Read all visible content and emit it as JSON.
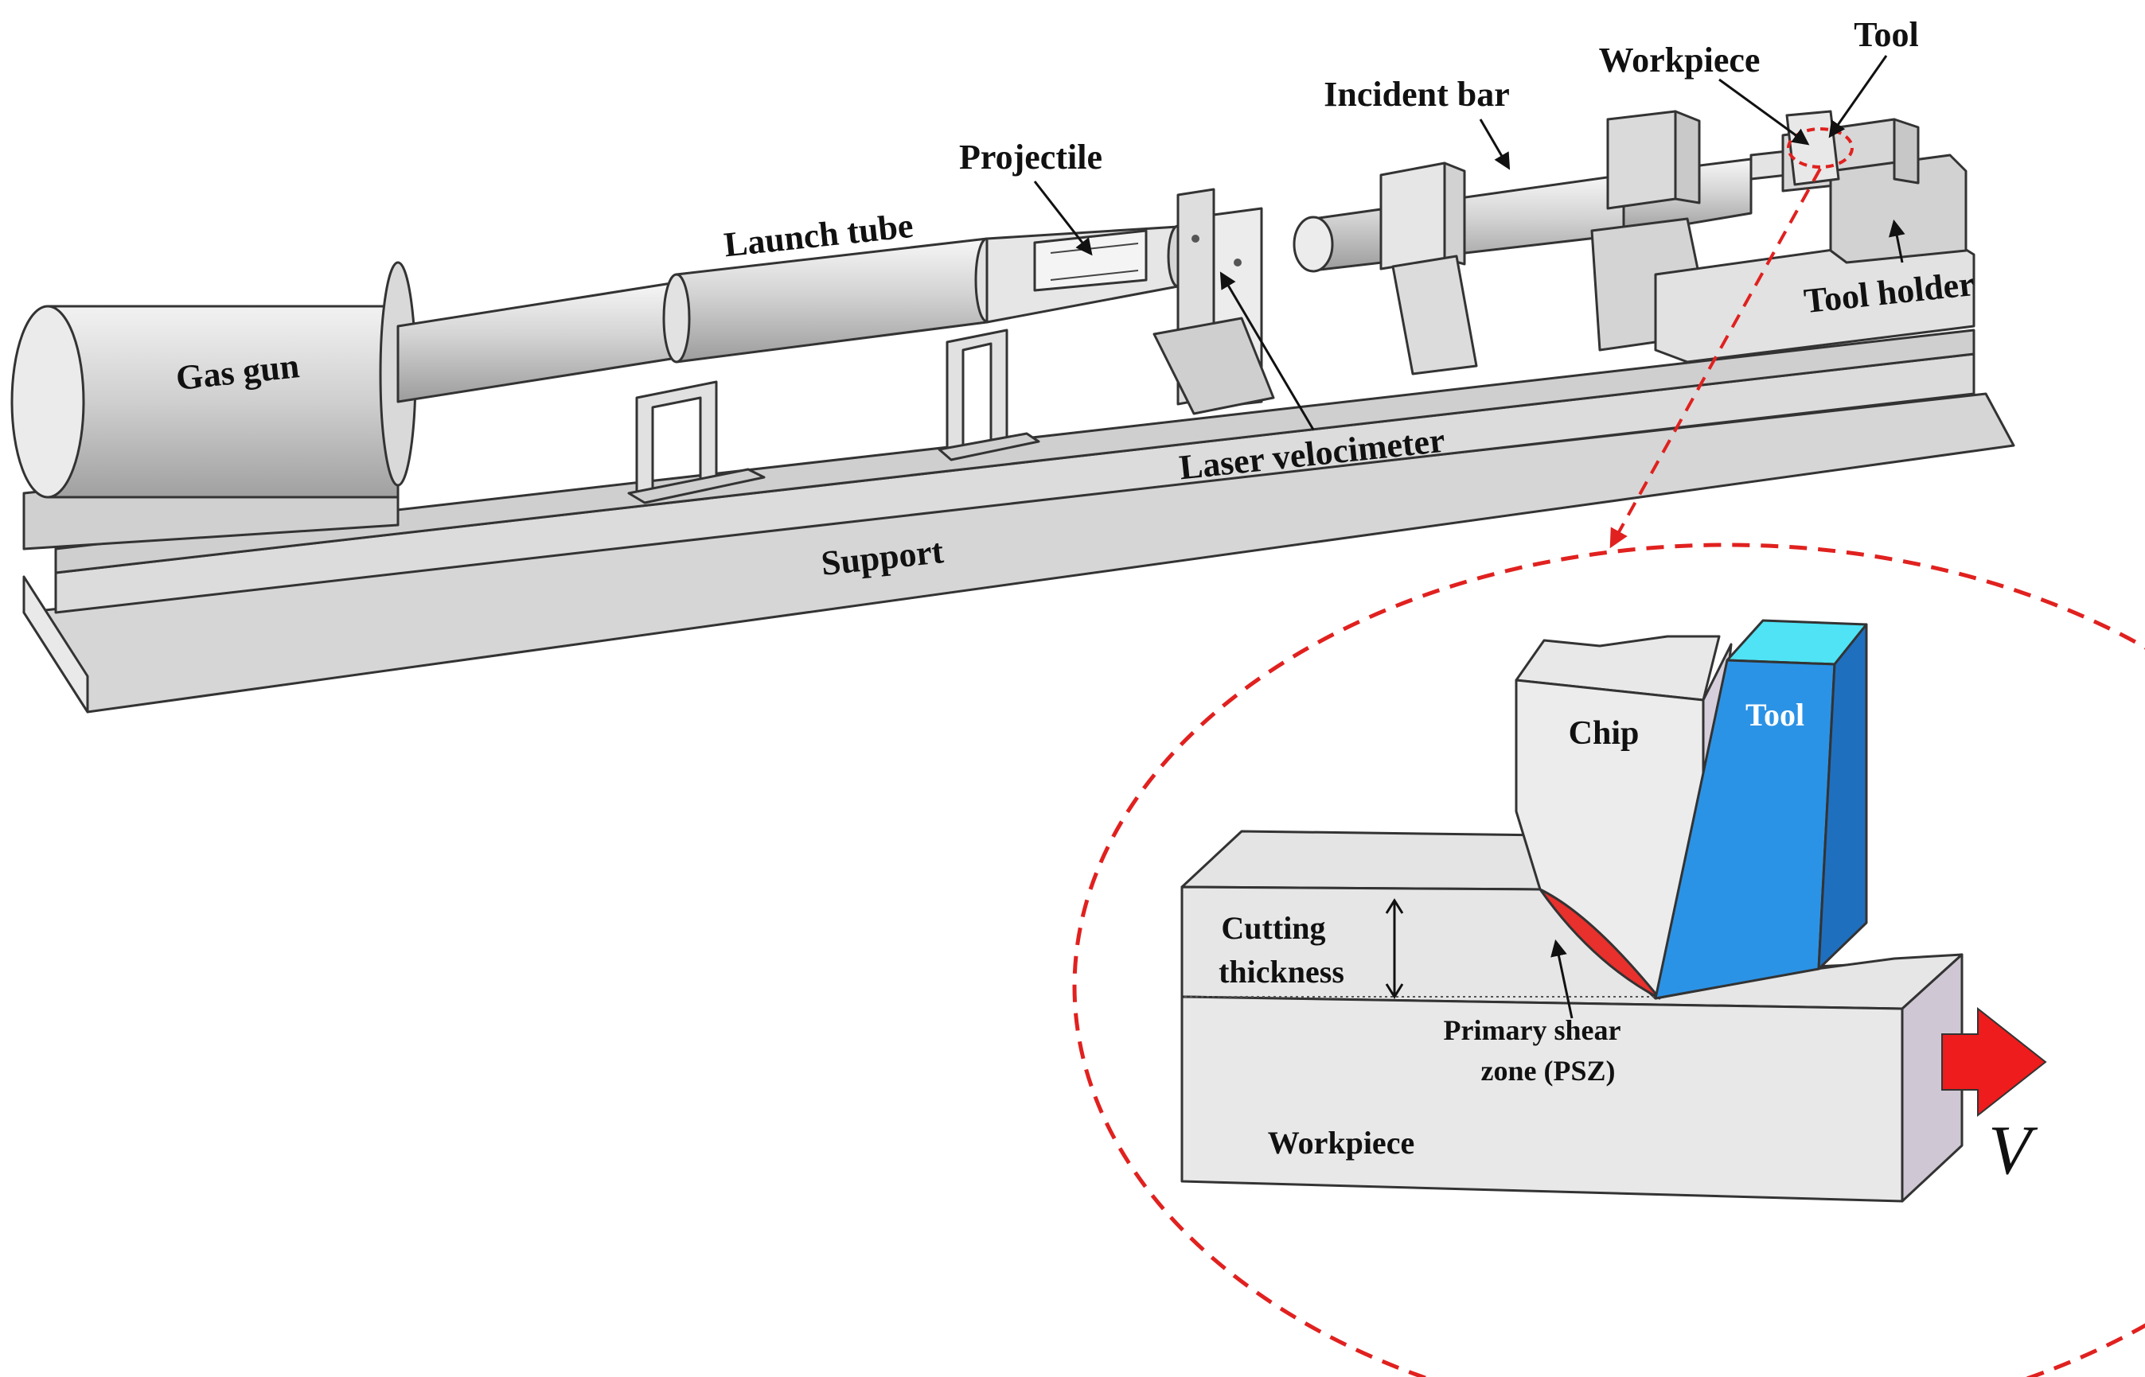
{
  "diagram": {
    "labels": {
      "gas_gun": "Gas gun",
      "launch_tube": "Launch tube",
      "projectile": "Projectile",
      "incident_bar": "Incident bar",
      "workpiece_top": "Workpiece",
      "tool_top": "Tool",
      "tool_holder": "Tool holder",
      "laser_velocimeter": "Laser velocimeter",
      "support": "Support"
    },
    "inset": {
      "chip": "Chip",
      "tool": "Tool",
      "cutting_thickness_line1": "Cutting",
      "cutting_thickness_line2": "thickness",
      "psz_line1": "Primary shear",
      "psz_line2": "zone (PSZ)",
      "workpiece": "Workpiece",
      "velocity": "V"
    },
    "colors": {
      "tool_face": "#2b93e6",
      "tool_top": "#4fe3f5",
      "tool_side": "#1f6fbf",
      "shear_zone": "#e8302c",
      "callout_dash": "#e0211f",
      "velocity_arrow": "#ee1c1c",
      "machine_gray": "#d9d9d9"
    }
  }
}
